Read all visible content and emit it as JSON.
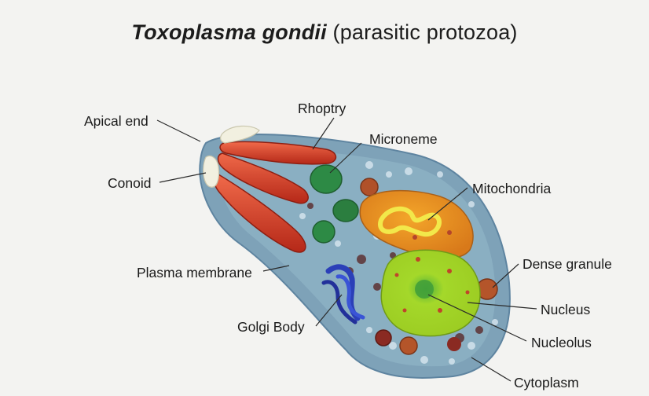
{
  "title": {
    "scientific_name": "Toxoplasma gondii",
    "descriptor": "(parasitic protozoa)"
  },
  "labels": {
    "apical_end": "Apical end",
    "conoid": "Conoid",
    "rhoptry": "Rhoptry",
    "microneme": "Microneme",
    "mitochondria": "Mitochondria",
    "plasma_membrane": "Plasma membrane",
    "dense_granule": "Dense granule",
    "nucleus": "Nucleus",
    "nucleolus": "Nucleolus",
    "golgi_body": "Golgi Body",
    "cytoplasm": "Cytoplasm"
  },
  "colors": {
    "background": "#f3f3f1",
    "cell_body": "#7fa3b9",
    "rhoptry": "#d23a2a",
    "microneme": "#2d8a45",
    "mitochondria": "#e8951c",
    "mitochondria_cristae": "#f2e84a",
    "nucleus": "#a9d62a",
    "golgi": "#2b3fb8",
    "dense_granule": "#b4552a",
    "conoid": "#f2f0e0"
  }
}
